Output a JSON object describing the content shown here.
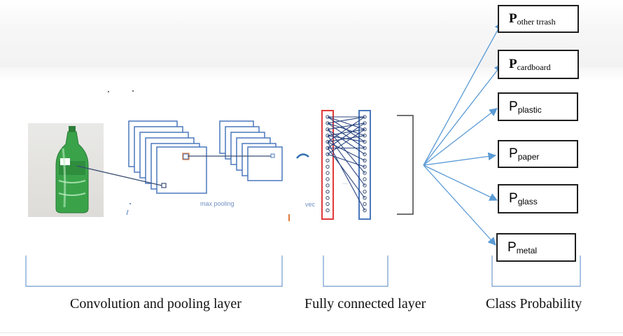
{
  "labels": {
    "max_pooling": "max pooling",
    "vec": "vec",
    "nodes_ellipsis": "...."
  },
  "outputs": [
    {
      "p": "P",
      "sub": "other trrash"
    },
    {
      "p": "P",
      "sub": "cardboard"
    },
    {
      "p": "P",
      "sub": "plastic"
    },
    {
      "p": "P",
      "sub": "paper"
    },
    {
      "p": "P",
      "sub": "glass"
    },
    {
      "p": "P",
      "sub": "metal"
    }
  ],
  "captions": {
    "conv": "Convolution and pooling layer",
    "fc": "Fully connected layer",
    "class": "Class Probability"
  },
  "colors": {
    "diagram_blue": "#4a78bd",
    "arrow_blue": "#5b9bd5",
    "input_red": "#e03a3a",
    "bottle_green": "#3aa34a"
  },
  "icons": {
    "input_image": "green-plastic-bottle"
  }
}
